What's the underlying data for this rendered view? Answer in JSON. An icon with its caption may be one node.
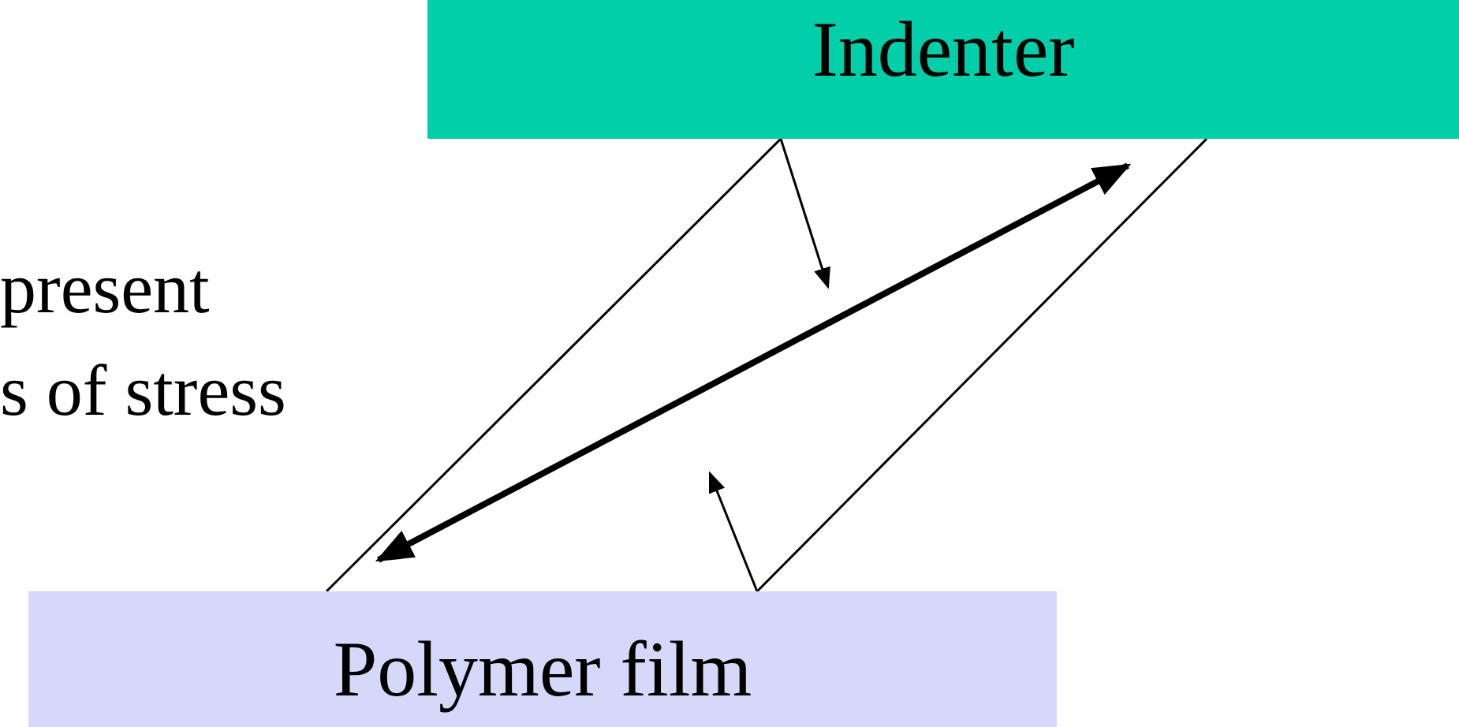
{
  "diagram": {
    "nodes": [
      {
        "text": [
          "Indenter"
        ]
      },
      {
        "text": [
          "Polymer film"
        ]
      }
    ],
    "edges": [
      {
        "from": 0,
        "to": 1,
        "arrow": "none"
      },
      {
        "from": 0,
        "to": 1,
        "arrow": "none"
      },
      {
        "from": 0,
        "to": null,
        "arrow": "to"
      },
      {
        "from": 1,
        "to": null,
        "arrow": "to"
      },
      {
        "from": 1,
        "to": 0,
        "arrow": "both",
        "style": "thick"
      }
    ],
    "labels": [
      "present",
      "s of stress"
    ]
  }
}
